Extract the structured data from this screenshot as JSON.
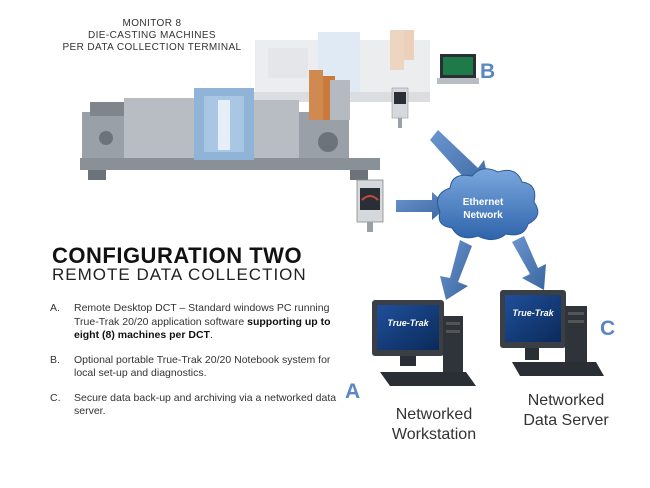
{
  "caption": {
    "line1": "MONITOR 8",
    "line2": "DIE-CASTING MACHINES",
    "line3": "PER DATA COLLECTION TERMINAL"
  },
  "heading": {
    "title": "CONFIGURATION TWO",
    "subtitle": "REMOTE DATA COLLECTION"
  },
  "notes": [
    {
      "letter": "A.",
      "text": "Remote Desktop DCT – Standard windows PC running True-Trak 20/20 application software ",
      "bold": "supporting up to eight (8) machines per DCT",
      "tail": "."
    },
    {
      "letter": "B.",
      "text": "Optional portable True-Trak 20/20 Notebook system for local set-up and diagnostics."
    },
    {
      "letter": "C.",
      "text": "Secure data back-up and archiving via a networked data server."
    }
  ],
  "network": {
    "cloud_line1": "Ethernet",
    "cloud_line2": "Network",
    "workstation_line1": "Networked",
    "workstation_line2": "Workstation",
    "server_line1": "Networked",
    "server_line2": "Data Server",
    "monitor_brand": "True-Trak"
  },
  "letters": {
    "a": "A",
    "b": "B",
    "c": "C"
  },
  "colors": {
    "accent": "#5a86c4",
    "cloud": "#4a7fc4",
    "arrow": "#4f78b5",
    "machine_blue": "#8fb4d8",
    "machine_orange": "#c97a3c"
  }
}
